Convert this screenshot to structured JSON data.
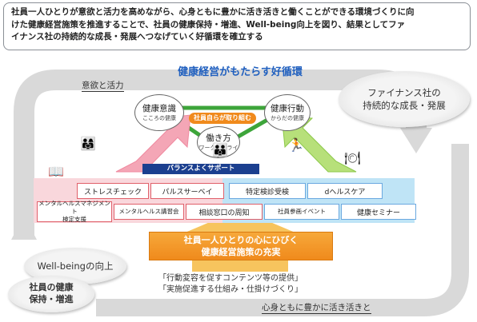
{
  "banner": {
    "text": "社員一人ひとりが意欲と活力を高めながら、心身ともに豊かに活き活きと働くことができる環境づくりに向\nけた健康経営施策を推進することで、社員の健康保持・増進、Well-being向上を図り、結果としてファ\nイナンス社の持続的な成長・発展へつなげていく好循環を確立する"
  },
  "title": "健康経営がもたらす好循環",
  "motivation": "意欲と活力",
  "mind_body": "心身ともに豊かに活き活きと",
  "finance": {
    "line1": "ファイナンス社の",
    "line2": "持続的な成長・発展"
  },
  "wellbeing": "Well-beingの向上",
  "health": {
    "line1": "社員の健康",
    "line2": "保持・増進"
  },
  "circles": {
    "awareness": {
      "main": "健康意識",
      "sub": "こころの健康"
    },
    "action": {
      "main": "健康行動",
      "sub": "からだの健康"
    },
    "work": {
      "main": "働き方",
      "sub": "ワークインライフ"
    }
  },
  "self_badge": "社員自らが取り組む",
  "balance": "バランスよくサポート",
  "row1": [
    "ストレスチェック",
    "パルスサーベイ",
    "特定検診受検",
    "dヘルスケア"
  ],
  "row2": [
    "メンタルヘルスマネジメント\n検定支援",
    "メンタルヘルス講習会",
    "相談窓口の周知",
    "社員参画イベント",
    "健康セミナー"
  ],
  "main_box": {
    "line1": "社員一人ひとりの心にひびく",
    "line2": "健康経営施策の充実"
  },
  "quotes": {
    "q1": "「行動変容を促すコンテンツ等の提供」",
    "q2": "「実施促進する仕組み・仕掛けづくり」"
  },
  "colors": {
    "title_blue": "#1f5fbf",
    "orange": "#f08a1c",
    "navy": "#1b3f8f",
    "pink_arrow": "#f4a6b6",
    "green_arrow": "#3da53a"
  }
}
